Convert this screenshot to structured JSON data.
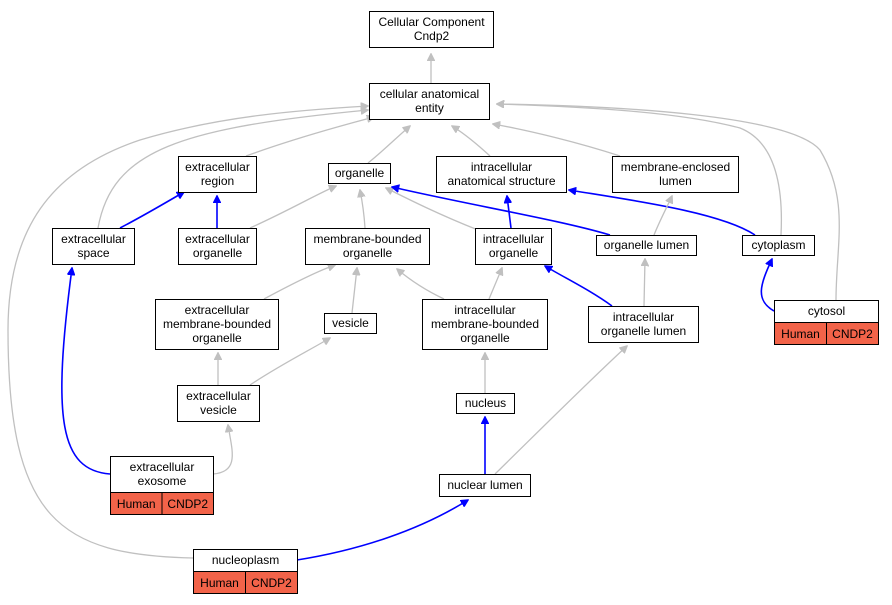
{
  "colors": {
    "is_a_edge": "#c0c0c0",
    "part_of_edge": "#0000ff",
    "annotation_fill": "#f26349",
    "node_fill": "#ffffff",
    "node_border": "#000000"
  },
  "nodes": {
    "root": {
      "lines": [
        "Cellular Component",
        "Cndp2"
      ]
    },
    "cae": {
      "lines": [
        "cellular anatomical",
        "entity"
      ]
    },
    "ecr": {
      "lines": [
        "extracellular",
        "region"
      ]
    },
    "org": {
      "lines": [
        "organelle"
      ]
    },
    "ias": {
      "lines": [
        "intracellular",
        "anatomical structure"
      ]
    },
    "mel": {
      "lines": [
        "membrane-enclosed",
        "lumen"
      ]
    },
    "ecs": {
      "lines": [
        "extracellular",
        "space"
      ]
    },
    "eco": {
      "lines": [
        "extracellular",
        "organelle"
      ]
    },
    "mbo": {
      "lines": [
        "membrane-bounded",
        "organelle"
      ]
    },
    "ico": {
      "lines": [
        "intracellular",
        "organelle"
      ]
    },
    "orl": {
      "lines": [
        "organelle lumen"
      ]
    },
    "cyt": {
      "lines": [
        "cytoplasm"
      ]
    },
    "cytosol": {
      "lines": [
        "cytosol"
      ],
      "annotations": [
        "Human",
        "CNDP2"
      ]
    },
    "embo": {
      "lines": [
        "extracellular",
        "membrane-bounded",
        "organelle"
      ]
    },
    "ves": {
      "lines": [
        "vesicle"
      ]
    },
    "imbo": {
      "lines": [
        "intracellular",
        "membrane-bounded",
        "organelle"
      ]
    },
    "iol": {
      "lines": [
        "intracellular",
        "organelle lumen"
      ]
    },
    "ecv": {
      "lines": [
        "extracellular",
        "vesicle"
      ]
    },
    "nuc": {
      "lines": [
        "nucleus"
      ]
    },
    "exo": {
      "lines": [
        "extracellular",
        "exosome"
      ],
      "annotations": [
        "Human",
        "CNDP2"
      ]
    },
    "nl": {
      "lines": [
        "nuclear lumen"
      ]
    },
    "np": {
      "lines": [
        "nucleoplasm"
      ],
      "annotations": [
        "Human",
        "CNDP2"
      ]
    }
  },
  "edges": [
    {
      "from": "cae",
      "to": "root",
      "kind": "is_a"
    },
    {
      "from": "ecr",
      "to": "cae",
      "kind": "is_a"
    },
    {
      "from": "org",
      "to": "cae",
      "kind": "is_a"
    },
    {
      "from": "ias",
      "to": "cae",
      "kind": "is_a"
    },
    {
      "from": "mel",
      "to": "cae",
      "kind": "is_a"
    },
    {
      "from": "ecs",
      "to": "cae",
      "kind": "is_a"
    },
    {
      "from": "cyt",
      "to": "cae",
      "kind": "is_a"
    },
    {
      "from": "cytosol",
      "to": "cae",
      "kind": "is_a"
    },
    {
      "from": "np",
      "to": "cae",
      "kind": "is_a"
    },
    {
      "from": "ecs",
      "to": "ecr",
      "kind": "part_of"
    },
    {
      "from": "eco",
      "to": "ecr",
      "kind": "part_of"
    },
    {
      "from": "eco",
      "to": "org",
      "kind": "is_a"
    },
    {
      "from": "mbo",
      "to": "org",
      "kind": "is_a"
    },
    {
      "from": "ico",
      "to": "org",
      "kind": "is_a"
    },
    {
      "from": "orl",
      "to": "org",
      "kind": "part_of"
    },
    {
      "from": "ico",
      "to": "ias",
      "kind": "part_of"
    },
    {
      "from": "cyt",
      "to": "ias",
      "kind": "part_of"
    },
    {
      "from": "orl",
      "to": "mel",
      "kind": "is_a"
    },
    {
      "from": "cytosol",
      "to": "cyt",
      "kind": "part_of"
    },
    {
      "from": "embo",
      "to": "mbo",
      "kind": "is_a"
    },
    {
      "from": "ves",
      "to": "mbo",
      "kind": "is_a"
    },
    {
      "from": "imbo",
      "to": "mbo",
      "kind": "is_a"
    },
    {
      "from": "imbo",
      "to": "ico",
      "kind": "is_a"
    },
    {
      "from": "iol",
      "to": "ico",
      "kind": "part_of"
    },
    {
      "from": "iol",
      "to": "orl",
      "kind": "is_a"
    },
    {
      "from": "ecv",
      "to": "embo",
      "kind": "is_a"
    },
    {
      "from": "ecv",
      "to": "ves",
      "kind": "is_a"
    },
    {
      "from": "nuc",
      "to": "imbo",
      "kind": "is_a"
    },
    {
      "from": "exo",
      "to": "ecv",
      "kind": "is_a"
    },
    {
      "from": "exo",
      "to": "ecs",
      "kind": "part_of"
    },
    {
      "from": "nl",
      "to": "nuc",
      "kind": "part_of"
    },
    {
      "from": "nl",
      "to": "iol",
      "kind": "is_a"
    },
    {
      "from": "np",
      "to": "nl",
      "kind": "part_of"
    }
  ]
}
